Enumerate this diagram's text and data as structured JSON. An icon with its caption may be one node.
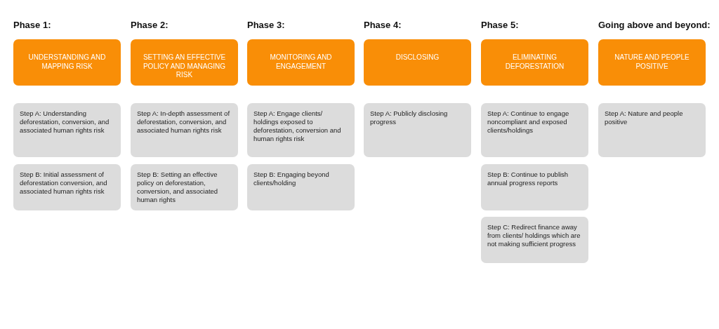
{
  "diagram": {
    "nodes": [
      {
        "text": [
          "Phase 1:",
          "UNDERSTANDING AND MAPPING RISK"
        ]
      },
      {
        "text": [
          "Step A: Understanding deforestation, conversion, and associated human rights risk"
        ]
      },
      {
        "text": [
          "Step B: Initial assessment of deforestation conversion, and associated human rights risk"
        ]
      },
      {
        "text": [
          "Phase 2:",
          "SETTING AN EFFECTIVE POLICY AND MANAGING RISK"
        ]
      },
      {
        "text": [
          "Step A: In-depth assessment of deforestation, conversion, and associated human rights risk"
        ]
      },
      {
        "text": [
          "Step B: Setting an effective policy on deforestation, conversion, and associated human rights"
        ]
      },
      {
        "text": [
          "Phase 3:",
          "MONITORING AND ENGAGEMENT"
        ]
      },
      {
        "text": [
          "Step A: Engage clients/ holdings exposed to deforestation, conversion and human rights risk"
        ]
      },
      {
        "text": [
          "Step B: Engaging beyond clients/holding"
        ]
      },
      {
        "text": [
          "Phase 4:",
          "DISCLOSING"
        ]
      },
      {
        "text": [
          "Step A: Publicly disclosing progress"
        ]
      },
      {
        "text": [
          "Phase 5:",
          "ELIMINATING DEFORESTATION"
        ]
      },
      {
        "text": [
          "Step A: Continue to engage noncompliant and exposed clients/holdings"
        ]
      },
      {
        "text": [
          "Step B: Continue to publish annual progress reports"
        ]
      },
      {
        "text": [
          "Step C: Redirect finance away from clients/ holdings which are not making sufficient progress"
        ]
      },
      {
        "text": [
          "Going above and beyond:",
          "NATURE AND PEOPLE POSITIVE"
        ]
      },
      {
        "text": [
          "Step A: Nature and people positive"
        ]
      }
    ]
  }
}
